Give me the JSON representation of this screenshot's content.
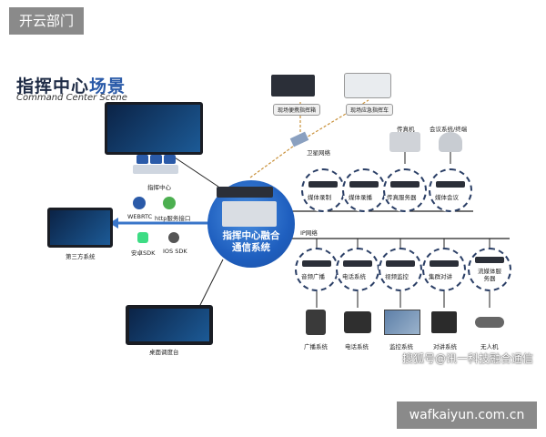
{
  "header": {
    "badge": "开云部门"
  },
  "diagram": {
    "title_part1": "指挥中心",
    "title_part2": "场景",
    "subtitle": "Command Center Scene",
    "hub_line1": "指挥中心融合",
    "hub_line2": "通信系统",
    "labels": {
      "command_center": "指挥中心",
      "third_party": "第三方系统",
      "desk_console": "桌面调度台",
      "webrtc": "WEBRTC",
      "http": "http服务接口",
      "android": "安卓SDK",
      "ios": "IOS SDK",
      "portable_terminal": "现场便携指挥箱",
      "emergency_vehicle": "现场应急指挥车",
      "satellite": "卫星网络",
      "fax": "传真机",
      "conf_terminal": "会议系统/终端",
      "ip_network": "IP网络"
    },
    "upper_nodes": [
      "媒体录制",
      "媒体录播",
      "传真服务器",
      "媒体会议"
    ],
    "lower_nodes": [
      "音频广播",
      "电话系统",
      "视频监控",
      "集群对讲",
      "流媒体服务器"
    ],
    "bottom_devices": [
      "广播系统",
      "电话系统",
      "监控系统",
      "对讲系统",
      "无人机"
    ]
  },
  "watermark": "搜狐号@讯一科技融合通信",
  "footer": {
    "domain": "wafkaiyun.com.cn"
  },
  "colors": {
    "hub": "#1f5fbf",
    "arrow": "#3a76c9",
    "title": "#1e2b45"
  }
}
